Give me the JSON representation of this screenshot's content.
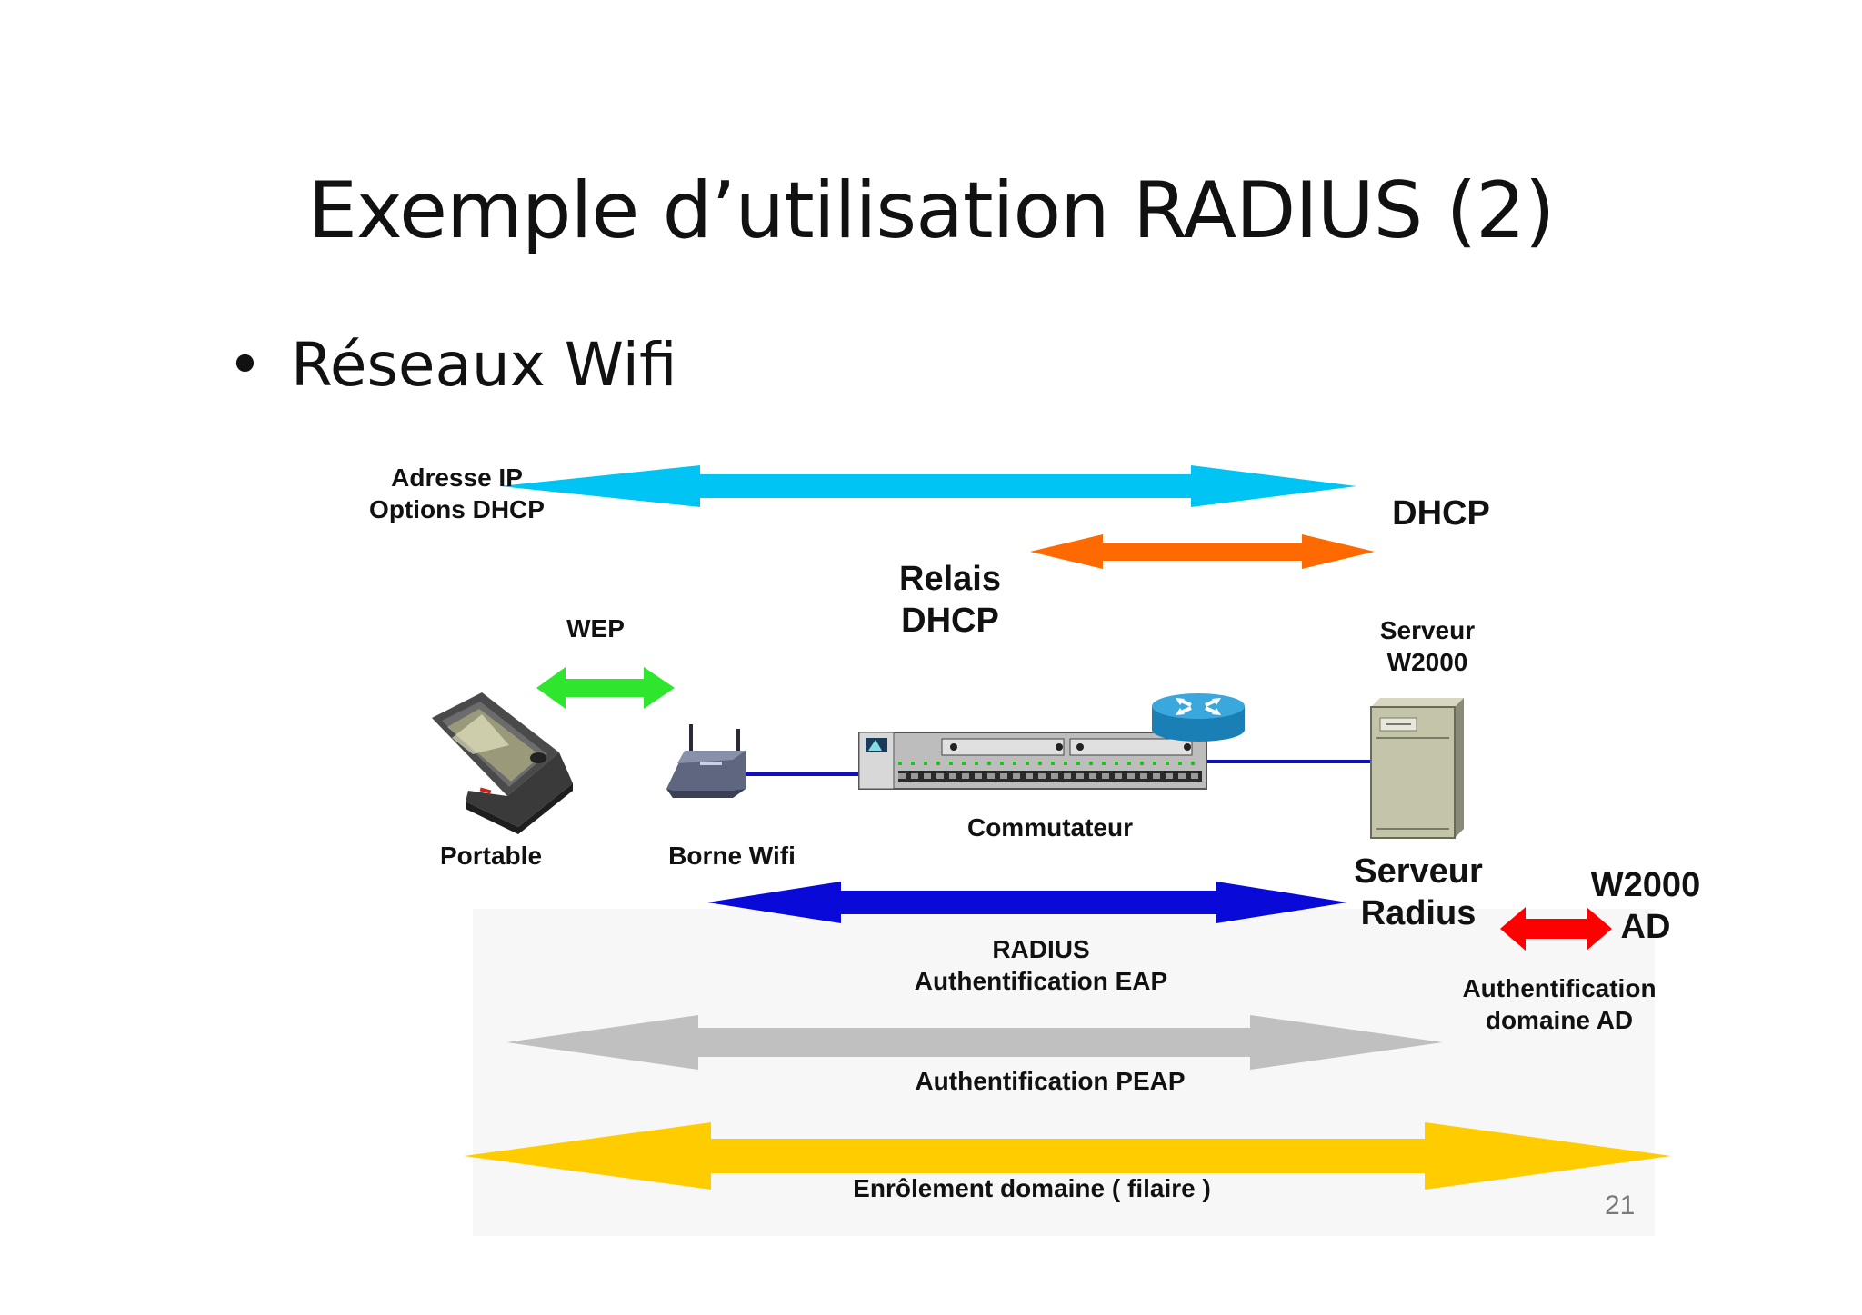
{
  "slide": {
    "title": "Exemple d’utilisation RADIUS (2)",
    "bullet_marker": "•",
    "bullet": "Réseaux Wifi",
    "page_number": "21"
  },
  "labels": {
    "ip_options": [
      "Adresse IP",
      "Options DHCP"
    ],
    "dhcp": "DHCP",
    "relais_dhcp": [
      "Relais",
      "DHCP"
    ],
    "wep": "WEP",
    "serveur_w2000": [
      "Serveur",
      "W2000"
    ],
    "portable": "Portable",
    "borne_wifi": "Borne Wifi",
    "commutateur": "Commutateur",
    "serveur_radius": [
      "Serveur",
      "Radius"
    ],
    "w2000_ad": [
      "W2000",
      "AD"
    ],
    "radius_eap": [
      "RADIUS",
      "Authentification EAP"
    ],
    "auth_domaine_ad": [
      "Authentification",
      "domaine AD"
    ],
    "auth_peap": "Authentification PEAP",
    "enrolement": "Enrôlement domaine ( filaire )"
  },
  "arrows": {
    "ip_options": {
      "color": "#00c4f4"
    },
    "dhcp_relay": {
      "color": "#ff6a00"
    },
    "wep": {
      "color": "#2ee62e"
    },
    "radius_eap": {
      "color": "#0a0ad8"
    },
    "ad": {
      "color": "#ff0000"
    },
    "peap": {
      "color": "#c0c0c0"
    },
    "enrolement": {
      "color": "#ffcc00"
    }
  },
  "devices": {
    "portable": "laptop-icon",
    "borne_wifi": "access-point-icon",
    "commutateur": "network-switch-icon",
    "router": "router-icon",
    "serveur": "server-tower-icon"
  },
  "colors": {
    "link": "#1010c0"
  }
}
